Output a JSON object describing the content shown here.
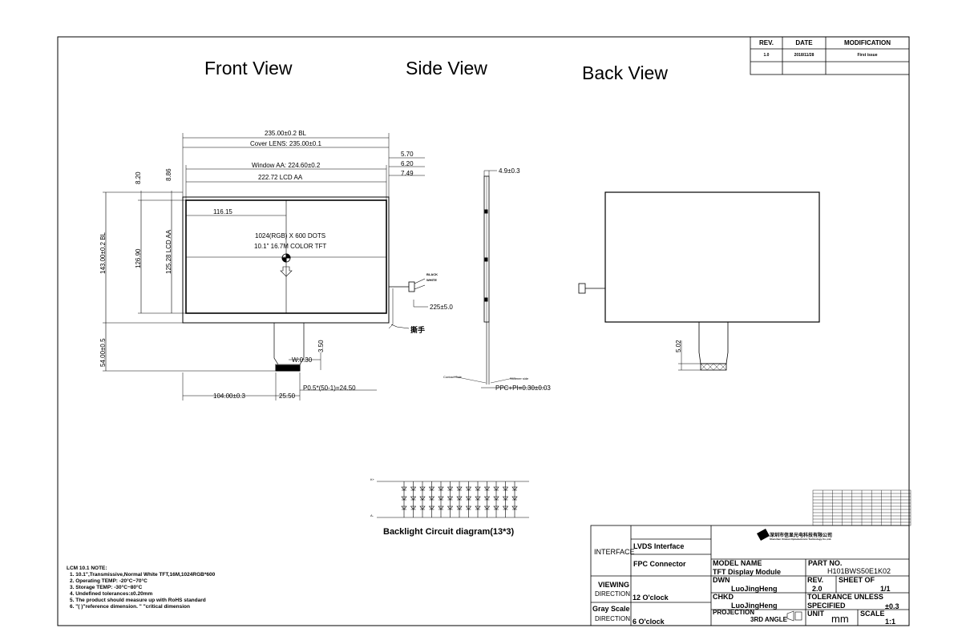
{
  "views": {
    "front": "Front View",
    "side": "Side View",
    "back": "Back View"
  },
  "revision_table": {
    "headers": [
      "REV.",
      "DATE",
      "MODIFICATION"
    ],
    "rows": [
      [
        "1.0",
        "2018/11/28",
        "First issue"
      ]
    ]
  },
  "front_dims": {
    "bl": "235.00±0.2 BL",
    "cover_lens": "Cover LENS: 235.00±0.1",
    "window": "Window AA: 224.60±0.2",
    "lcd_aa": "222.72 LCD AA",
    "r1": "5.70",
    "r2": "6.20",
    "r3": "7.49",
    "t1": "8.20",
    "t2": "8.86",
    "h_bl": "143.00±0.2 BL",
    "h_126": "126.90",
    "h_lcd": "125.28 LCD AA",
    "center": "116.15",
    "dots": "1024(RGB) X 600 DOTS",
    "color": "10.1\" 16.7M COLOR TFT",
    "cable": "225±5.0",
    "handle": "撕手",
    "black": "BLACK",
    "white": "WHITE",
    "w": "W:0.30",
    "h_350": "3.50",
    "fpc_h": "54.00±0.5",
    "left_off": "104.00±0.3",
    "fpc_w": "25.50",
    "pitch": "P0.5*(50-1)=24.50"
  },
  "side_dims": {
    "thk": "4.9±0.3",
    "contact": "Contact Side",
    "stiffener": "Stiffener side",
    "ppc": "PPC+PI=0.30±0.03"
  },
  "back_dims": {
    "d502": "5.02"
  },
  "backlight": {
    "title": "Backlight Circuit diagram(13*3)",
    "kplus": "K+",
    "aminus": "A-"
  },
  "notes": [
    "LCM 10.1 NOTE:",
    "1. 10.1\",Transmissive,Normal White TFT,16M,1024RGB*600",
    "2. Operating TEMP: -20°C~70°C",
    "3. Storage TEMP: -30°C~80°C",
    "4. Undefined tolerances:±0.20mm",
    "5. The product should measure up with RoHS standard",
    "6. \"( )\"reference dimension. \"   \"critical dimension"
  ],
  "title_block": {
    "interface": "INTERFACE",
    "lvds": "LVDS Interface",
    "fpc": "FPC Connector",
    "company": "深圳市信显光电科技有限公司",
    "company_en": "Shenzhen Xinxian Optoelectronic Technology Co.,Ltd.",
    "model_name_label": "MODEL NAME",
    "model_name": "TFT Display Module",
    "part_no_label": "PART NO.",
    "part_no": "H101BWS50E1K02",
    "viewing": "VIEWING",
    "direction": "DIRECTION",
    "clock12": "12 O'clock",
    "gray": "Gray Scale",
    "direction2": "DIRECTION",
    "clock6": "6 O'clock",
    "dwn_label": "DWN",
    "dwn": "LuoJingHeng",
    "rev_label": "REV.",
    "rev": "2.0",
    "sheet_label": "SHEET OF",
    "sheet": "1/1",
    "chkd_label": "CHKD",
    "chkd": "LuoJingHeng",
    "tol1": "TOLERANCE UNLESS",
    "tol2": "SPECIFIED",
    "tol": "±0.3",
    "projection_label": "PROJECTION",
    "projection": "3RD ANGLE",
    "unit_label": "UNIT",
    "unit": "mm",
    "scale_label": "SCALE",
    "scale": "1:1"
  }
}
